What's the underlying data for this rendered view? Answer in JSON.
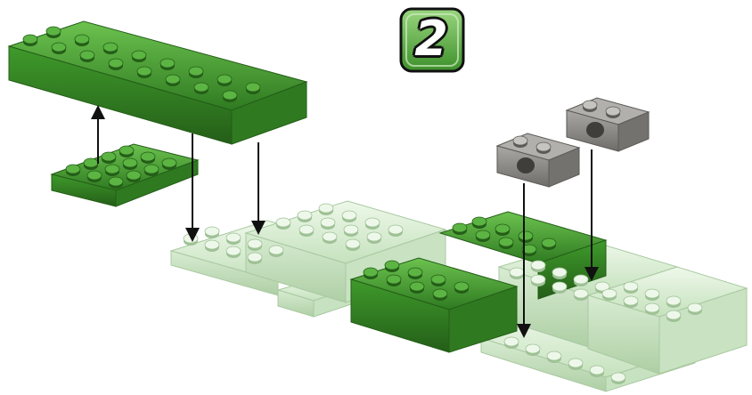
{
  "step": {
    "number": "2",
    "badge_fill": "#5fb14a",
    "badge_border": "#111111"
  },
  "colors": {
    "dark_green": "#3f8f2c",
    "dark_green_shade": "#2c6a1e",
    "light_green": "#d6ecd0",
    "light_green_shade": "#b9d7b1",
    "gray_brick": "#8c8a86",
    "gray_brick_shade": "#6d6b67",
    "arrow": "#111111"
  },
  "icons": [
    "step-number-badge",
    "down-arrow",
    "up-arrow"
  ]
}
